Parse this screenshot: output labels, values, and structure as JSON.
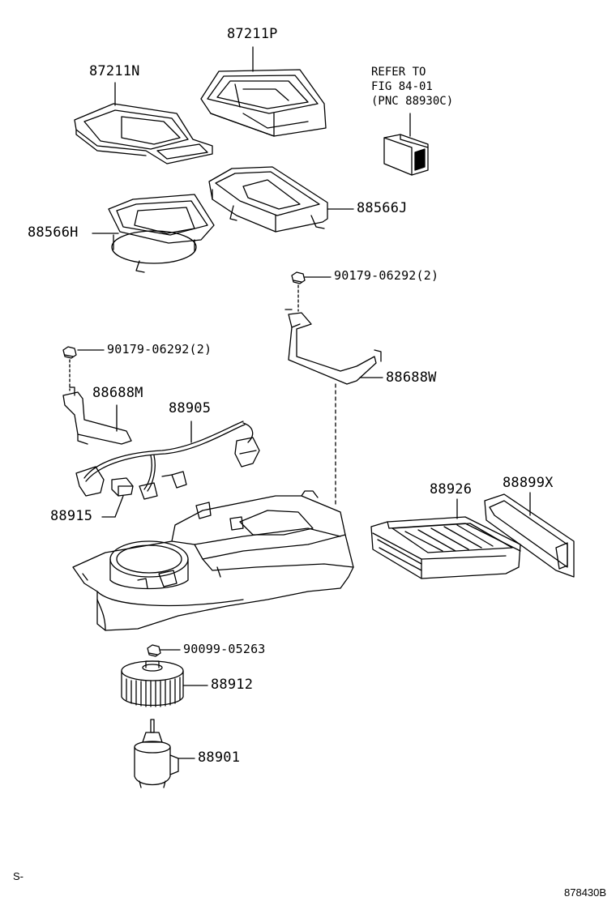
{
  "parts": {
    "p87211P": "87211P",
    "p87211N": "87211N",
    "p88566J": "88566J",
    "p88566H": "88566H",
    "p90179_top": "90179-06292(2)",
    "p90179_left": "90179-06292(2)",
    "p88688W": "88688W",
    "p88688M": "88688M",
    "p88905": "88905",
    "p88915": "88915",
    "p88926": "88926",
    "p88899X": "88899X",
    "p90099": "90099-05263",
    "p88912": "88912",
    "p88901": "88901"
  },
  "reference": {
    "line1": "REFER TO",
    "line2": "FIG 84-01",
    "line3": "(PNC 88930C)"
  },
  "footer": {
    "left_mark": "S-",
    "figure_code": "878430B"
  }
}
